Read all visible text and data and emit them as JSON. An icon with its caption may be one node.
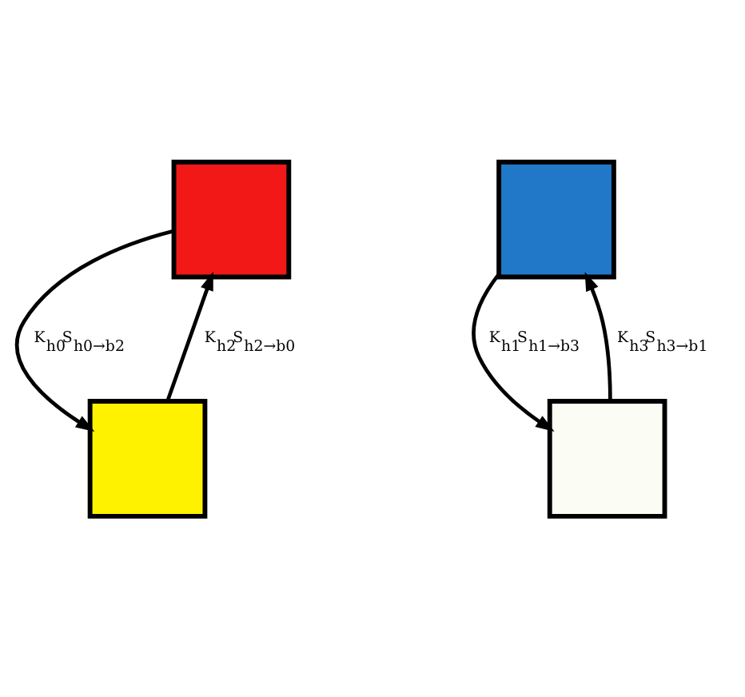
{
  "diagram": {
    "nodes": [
      {
        "text": [],
        "shape": "box"
      },
      {
        "text": [],
        "shape": "box"
      },
      {
        "text": [],
        "shape": "box"
      },
      {
        "text": [],
        "shape": "box"
      }
    ],
    "edges": [
      {
        "from": 0,
        "to": 2,
        "arrow": "to",
        "label": "K$_{h0}$S$_{h0→b2}$"
      },
      {
        "from": 2,
        "to": 0,
        "arrow": "to",
        "label": "K$_{h2}$S$_{h2→b0}$"
      },
      {
        "from": 1,
        "to": 3,
        "arrow": "to",
        "label": "K$_{h1}$S$_{h1→b3}$"
      },
      {
        "from": 3,
        "to": 1,
        "arrow": "to",
        "label": "K$_{h3}$S$_{h3→b1}$"
      }
    ]
  }
}
